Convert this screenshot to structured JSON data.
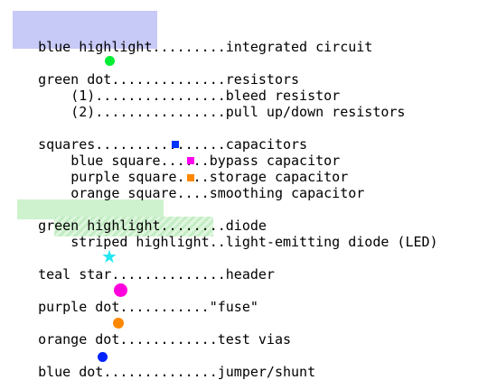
{
  "legend": {
    "blue_highlight": {
      "key": "blue highlight",
      "dots": ".........",
      "value": "integrated circuit",
      "color": "#c7c9f7"
    },
    "green_dot": {
      "key": "green dot",
      "dots": "..............",
      "value": "resistors",
      "color": "#00ee33"
    },
    "sub_1": {
      "key": "(1)",
      "dots": "................",
      "value": "bleed resistor"
    },
    "sub_2": {
      "key": "(2)",
      "dots": "................",
      "value": "pull up/down resistors"
    },
    "squares": {
      "key": "squares",
      "dots": "................",
      "value": "capacitors"
    },
    "blue_square": {
      "key": "blue square.",
      "dots": ".....",
      "value": "bypass capacitor",
      "color": "#0033ff"
    },
    "purple_square": {
      "key": "purple square.",
      "dots": "...",
      "value": "storage capacitor",
      "color": "#ff00ee"
    },
    "orange_square": {
      "key": "orange square.",
      "dots": "...",
      "value": "smoothing capacitor",
      "color": "#ff8800"
    },
    "green_highlight": {
      "key": "green highlight",
      "dots": "........",
      "value": "diode",
      "color": "#cdf2cd"
    },
    "striped_highlight": {
      "key": "striped highlight",
      "dots": "..",
      "value": "light-emitting diode (LED)"
    },
    "teal_star": {
      "key": "teal star",
      "dots": "..............",
      "value": "header",
      "color": "#22e6f0"
    },
    "purple_dot": {
      "key": "purple dot",
      "dots": "...........",
      "value": "\"fuse\"",
      "color": "#ff00dd"
    },
    "orange_dot": {
      "key": "orange dot",
      "dots": "............",
      "value": "test vias",
      "color": "#ff8800"
    },
    "blue_dot": {
      "key": "blue dot",
      "dots": "..............",
      "value": "jumper/shunt",
      "color": "#0022ff"
    }
  }
}
